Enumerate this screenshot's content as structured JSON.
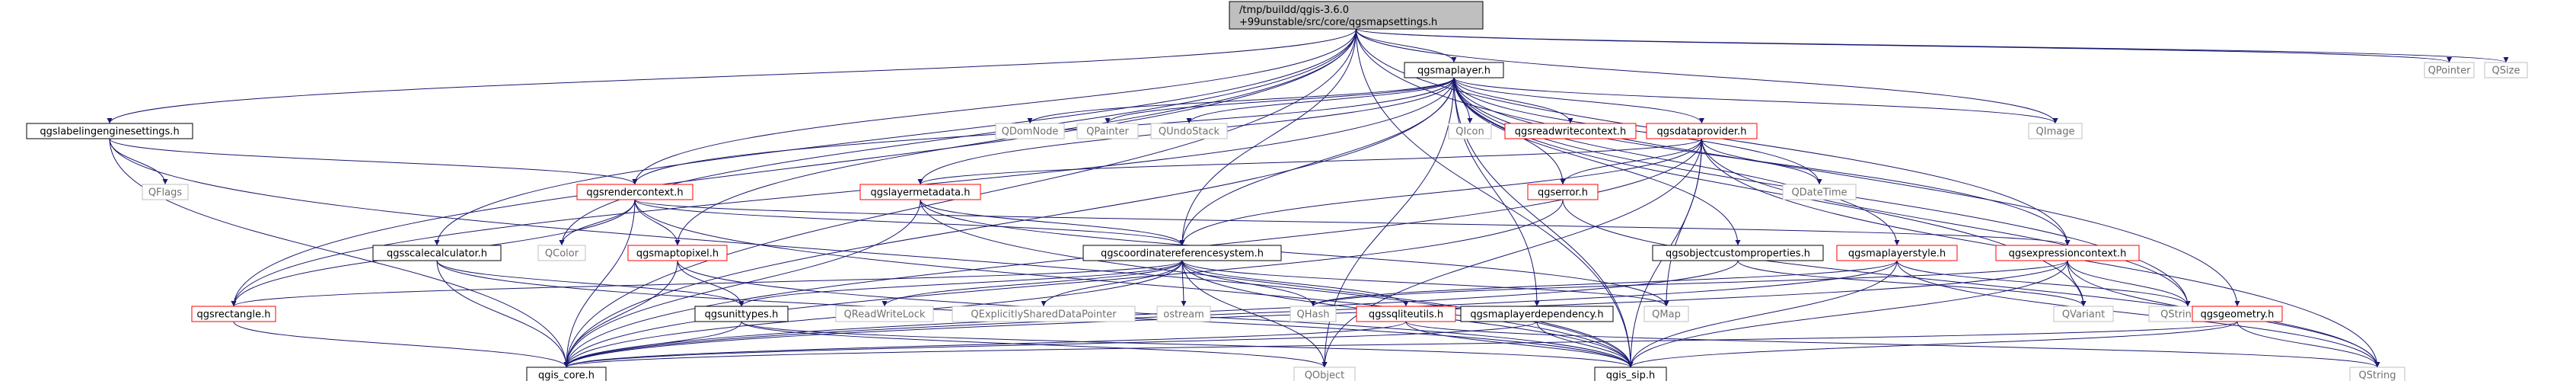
{
  "colors": {
    "edge": "#191970",
    "root_fill": "#bfbfbf",
    "node_border": "#000000",
    "red_border": "#ff0000",
    "gray_border": "#bfbfbf",
    "text": "#000000",
    "gray_text": "#707070"
  },
  "diagram": {
    "type": "include-dependency-graph",
    "root": {
      "line1": "/tmp/buildd/qgis-3.6.0",
      "line2": "+99unstable/src/core/qgsmapsettings.h"
    },
    "nodes": {
      "qgsmaplayer": "qgsmaplayer.h",
      "qpointer": "QPointer",
      "qsize": "QSize",
      "qgslabelingenginesettings": "qgslabelingenginesettings.h",
      "qdomnode": "QDomNode",
      "qpainter": "QPainter",
      "qundostack": "QUndoStack",
      "qicon": "QIcon",
      "qgsreadwritecontext": "qgsreadwritecontext.h",
      "qgsdataprovider": "qgsdataprovider.h",
      "qimage": "QImage",
      "qflags": "QFlags",
      "qgsrendercontext": "qgsrendercontext.h",
      "qgslayermetadata": "qgslayermetadata.h",
      "qdatetime": "QDateTime",
      "qgserror": "qgserror.h",
      "qgsscalecalculator": "qgsscalecalculator.h",
      "qcolor": "QColor",
      "qgsmaptopixel": "qgsmaptopixel.h",
      "qgscoordinatereferencesystem": "qgscoordinatereferencesystem.h",
      "qgsobjectcustomproperties": "qgsobjectcustomproperties.h",
      "qgsmaplayerstyle": "qgsmaplayerstyle.h",
      "qgsexpressioncontext": "qgsexpressioncontext.h",
      "qgsrectangle": "qgsrectangle.h",
      "qgsunittypes": "qgsunittypes.h",
      "qreadwritelock": "QReadWriteLock",
      "qexplicitlyshareddatapointer": "QExplicitlySharedDataPointer",
      "ostream": "ostream",
      "qhash": "QHash",
      "qgssqliteutils": "qgssqliteutils.h",
      "qmap": "QMap",
      "qvariant": "QVariant",
      "qstringlist": "QStringList",
      "qgsmaplayerdependency": "qgsmaplayerdependency.h",
      "qgsgeometry": "qgsgeometry.h",
      "qgis_core": "qgis_core.h",
      "qobject": "QObject",
      "qgis_sip": "qgis_sip.h",
      "qstring": "QString"
    },
    "edges": [
      [
        "root",
        "qgsmaplayer"
      ],
      [
        "root",
        "qpointer"
      ],
      [
        "root",
        "qsize"
      ],
      [
        "root",
        "qgslabelingenginesettings"
      ],
      [
        "root",
        "qimage"
      ],
      [
        "root",
        "qgsrectangle"
      ],
      [
        "root",
        "qgsscalecalculator"
      ],
      [
        "root",
        "qcolor"
      ],
      [
        "root",
        "qgsmaptopixel"
      ],
      [
        "root",
        "qgscoordinatereferencesystem"
      ],
      [
        "root",
        "qgsexpressioncontext"
      ],
      [
        "root",
        "qgsgeometry"
      ],
      [
        "root",
        "qgis_core"
      ],
      [
        "root",
        "qgis_sip"
      ],
      [
        "root",
        "qgsrendercontext"
      ],
      [
        "qgsmaplayer",
        "qdomnode"
      ],
      [
        "qgsmaplayer",
        "qpainter"
      ],
      [
        "qgsmaplayer",
        "qundostack"
      ],
      [
        "qgsmaplayer",
        "qicon"
      ],
      [
        "qgsmaplayer",
        "qgsreadwritecontext"
      ],
      [
        "qgsmaplayer",
        "qgsdataprovider"
      ],
      [
        "qgsmaplayer",
        "qimage"
      ],
      [
        "qgsmaplayer",
        "qgsrendercontext"
      ],
      [
        "qgsmaplayer",
        "qgslayermetadata"
      ],
      [
        "qgsmaplayer",
        "qdatetime"
      ],
      [
        "qgsmaplayer",
        "qgserror"
      ],
      [
        "qgsmaplayer",
        "qgscoordinatereferencesystem"
      ],
      [
        "qgsmaplayer",
        "qgsobjectcustomproperties"
      ],
      [
        "qgsmaplayer",
        "qgsmaplayerstyle"
      ],
      [
        "qgsmaplayer",
        "qgsrectangle"
      ],
      [
        "qgsmaplayer",
        "qvariant"
      ],
      [
        "qgsmaplayer",
        "qstringlist"
      ],
      [
        "qgsmaplayer",
        "qgsmaplayerdependency"
      ],
      [
        "qgsmaplayer",
        "qgis_core"
      ],
      [
        "qgsmaplayer",
        "qobject"
      ],
      [
        "qgsmaplayer",
        "qgis_sip"
      ],
      [
        "qgsmaplayer",
        "qgsexpressioncontext"
      ],
      [
        "qgslabelingenginesettings",
        "qflags"
      ],
      [
        "qgslabelingenginesettings",
        "qgsrendercontext"
      ],
      [
        "qgslabelingenginesettings",
        "qgis_core"
      ],
      [
        "qgslabelingenginesettings",
        "qgis_sip"
      ],
      [
        "qgsdataprovider",
        "qgslayermetadata"
      ],
      [
        "qgsdataprovider",
        "qdatetime"
      ],
      [
        "qgsdataprovider",
        "qgserror"
      ],
      [
        "qgsdataprovider",
        "qgscoordinatereferencesystem"
      ],
      [
        "qgsdataprovider",
        "qstringlist"
      ],
      [
        "qgsdataprovider",
        "qmap"
      ],
      [
        "qgsdataprovider",
        "qgis_core"
      ],
      [
        "qgsdataprovider",
        "qobject"
      ],
      [
        "qgsdataprovider",
        "qgis_sip"
      ],
      [
        "qgsdataprovider",
        "qstring"
      ],
      [
        "qgsrendercontext",
        "qcolor"
      ],
      [
        "qgsrendercontext",
        "qgsrectangle"
      ],
      [
        "qgsrendercontext",
        "qgsmaptopixel"
      ],
      [
        "qgsrendercontext",
        "qgis_core"
      ],
      [
        "qgsrendercontext",
        "qgscoordinatereferencesystem"
      ],
      [
        "qgsrendercontext",
        "qgsexpressioncontext"
      ],
      [
        "qgsrendercontext",
        "qgis_sip"
      ],
      [
        "qgslayermetadata",
        "qgscoordinatereferencesystem"
      ],
      [
        "qgslayermetadata",
        "qgis_core"
      ],
      [
        "qgslayermetadata",
        "qmap"
      ],
      [
        "qgslayermetadata",
        "qgis_sip"
      ],
      [
        "qgserror",
        "qgis_core"
      ],
      [
        "qgserror",
        "qstring"
      ],
      [
        "qgsscalecalculator",
        "qgsunittypes"
      ],
      [
        "qgsscalecalculator",
        "qgis_core"
      ],
      [
        "qgsscalecalculator",
        "qgis_sip"
      ],
      [
        "qgsmaptopixel",
        "qgsunittypes"
      ],
      [
        "qgsmaptopixel",
        "qgis_core"
      ],
      [
        "qgsmaptopixel",
        "qgis_sip"
      ],
      [
        "qgscoordinatereferencesystem",
        "qgsrectangle"
      ],
      [
        "qgscoordinatereferencesystem",
        "qgsunittypes"
      ],
      [
        "qgscoordinatereferencesystem",
        "qreadwritelock"
      ],
      [
        "qgscoordinatereferencesystem",
        "qexplicitlyshareddatapointer"
      ],
      [
        "qgscoordinatereferencesystem",
        "ostream"
      ],
      [
        "qgscoordinatereferencesystem",
        "qhash"
      ],
      [
        "qgscoordinatereferencesystem",
        "qgssqliteutils"
      ],
      [
        "qgscoordinatereferencesystem",
        "qmap"
      ],
      [
        "qgscoordinatereferencesystem",
        "qgis_core"
      ],
      [
        "qgscoordinatereferencesystem",
        "qobject"
      ],
      [
        "qgscoordinatereferencesystem",
        "qgis_sip"
      ],
      [
        "qgsobjectcustomproperties",
        "qgis_core"
      ],
      [
        "qgsobjectcustomproperties",
        "qvariant"
      ],
      [
        "qgsmaplayerstyle",
        "qhash"
      ],
      [
        "qgsmaplayerstyle",
        "qgis_core"
      ],
      [
        "qgsmaplayerstyle",
        "qgis_sip"
      ],
      [
        "qgsmaplayerstyle",
        "qstringlist"
      ],
      [
        "qgsmaplayerstyle",
        "qstring"
      ],
      [
        "qgsexpressioncontext",
        "qvariant"
      ],
      [
        "qgsexpressioncontext",
        "qhash"
      ],
      [
        "qgsexpressioncontext",
        "qstringlist"
      ],
      [
        "qgsexpressioncontext",
        "qgis_core"
      ],
      [
        "qgsexpressioncontext",
        "qstring"
      ],
      [
        "qgsexpressioncontext",
        "qgis_sip"
      ],
      [
        "qgsrectangle",
        "qgis_core"
      ],
      [
        "qgsunittypes",
        "qgis_core"
      ],
      [
        "qgsunittypes",
        "qobject"
      ],
      [
        "qgsunittypes",
        "qgis_sip"
      ],
      [
        "qgssqliteutils",
        "qgis_core"
      ],
      [
        "qgssqliteutils",
        "qgis_sip"
      ],
      [
        "qgssqliteutils",
        "qstring"
      ],
      [
        "qgsmaplayerdependency",
        "qgis_core"
      ],
      [
        "qgsmaplayerdependency",
        "qgis_sip"
      ],
      [
        "qgsgeometry",
        "qgis_core"
      ],
      [
        "qgsgeometry",
        "qgis_sip"
      ],
      [
        "qgsgeometry",
        "qstring"
      ]
    ]
  }
}
